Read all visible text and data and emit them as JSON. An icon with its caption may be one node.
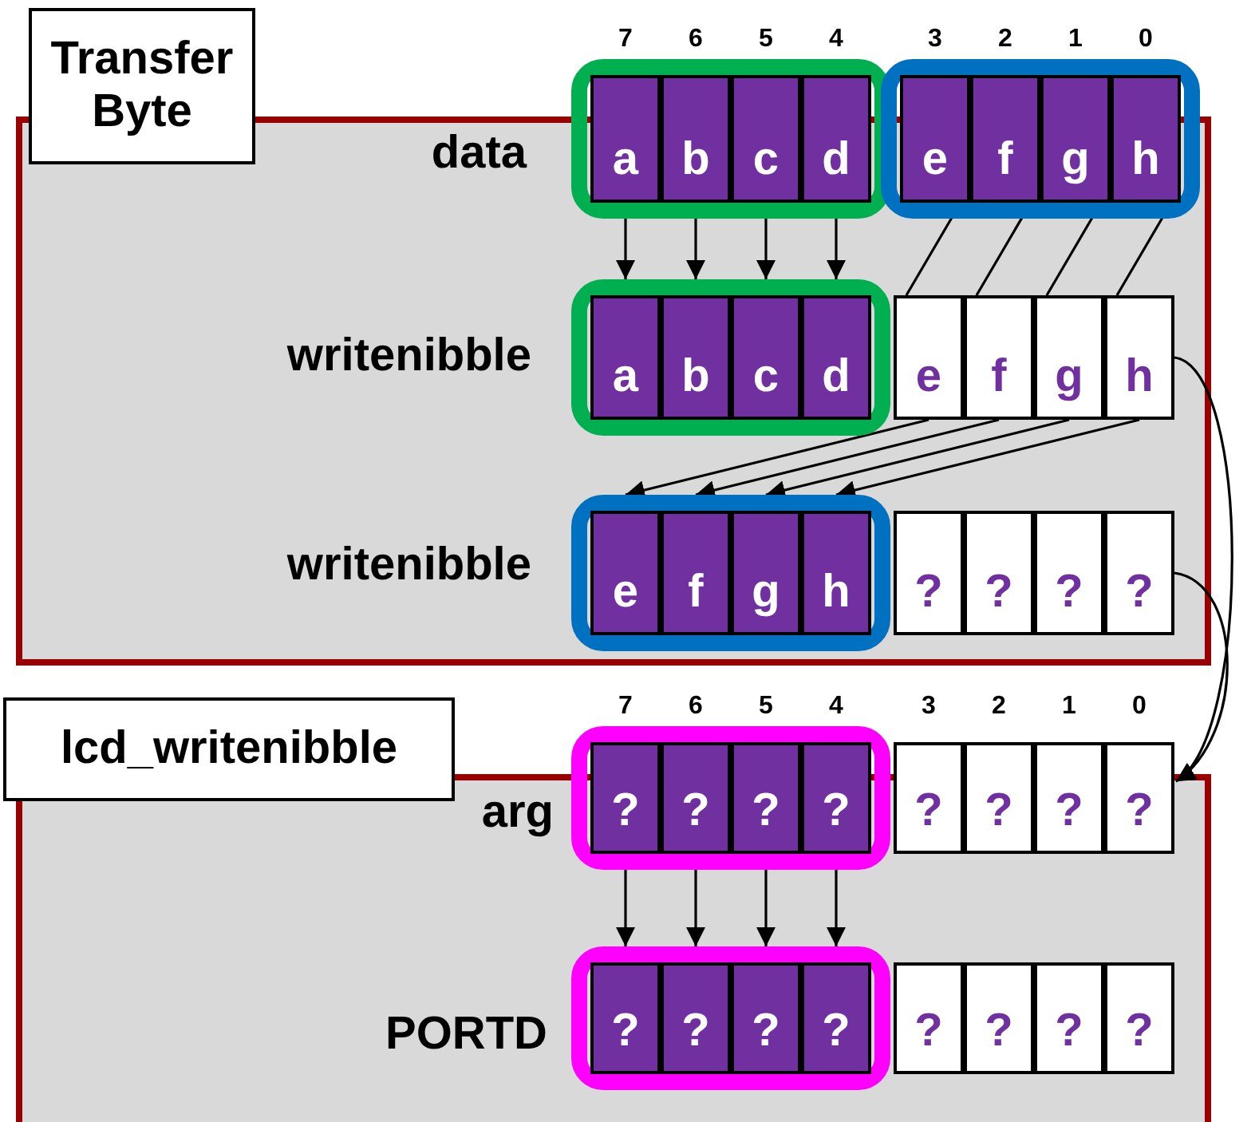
{
  "diagram": {
    "nodes": [
      {
        "text": [
          "Transfer Byte"
        ]
      },
      {
        "text": [],
        "shape": "box"
      },
      {
        "text": [
          "a"
        ],
        "in": 1
      },
      {
        "text": [
          "b"
        ],
        "in": 1
      },
      {
        "text": [
          "c"
        ],
        "in": 1
      },
      {
        "text": [
          "d"
        ],
        "in": 1
      },
      {
        "text": [],
        "shape": "box"
      },
      {
        "text": [
          "e"
        ],
        "in": 6
      },
      {
        "text": [
          "f"
        ],
        "in": 6
      },
      {
        "text": [
          "g"
        ],
        "in": 6
      },
      {
        "text": [
          "h"
        ],
        "in": 6
      },
      {
        "text": [],
        "shape": "box",
        "in": 0
      },
      {
        "text": [
          "a"
        ],
        "in": 11
      },
      {
        "text": [
          "b"
        ],
        "in": 11
      },
      {
        "text": [
          "c"
        ],
        "in": 11
      },
      {
        "text": [
          "d"
        ],
        "in": 11
      },
      {
        "text": [
          "e"
        ],
        "in": 0
      },
      {
        "text": [
          "f"
        ],
        "in": 0
      },
      {
        "text": [
          "g"
        ],
        "in": 0
      },
      {
        "text": [
          "h"
        ],
        "in": 0
      },
      {
        "text": [],
        "shape": "box",
        "in": 0
      },
      {
        "text": [
          "e"
        ],
        "in": 20
      },
      {
        "text": [
          "f"
        ],
        "in": 20
      },
      {
        "text": [
          "g"
        ],
        "in": 20
      },
      {
        "text": [
          "h"
        ],
        "in": 20
      },
      {
        "text": [
          "?"
        ],
        "in": 0
      },
      {
        "text": [
          "?"
        ],
        "in": 0
      },
      {
        "text": [
          "?"
        ],
        "in": 0
      },
      {
        "text": [
          "?"
        ],
        "in": 0
      },
      {
        "text": [
          "lcd_writenibble"
        ]
      },
      {
        "text": [],
        "shape": "box"
      },
      {
        "text": [
          "?"
        ],
        "in": 30
      },
      {
        "text": [
          "?"
        ],
        "in": 30
      },
      {
        "text": [
          "?"
        ],
        "in": 30
      },
      {
        "text": [
          "?"
        ],
        "in": 30
      },
      {
        "text": [
          "?"
        ]
      },
      {
        "text": [
          "?"
        ]
      },
      {
        "text": [
          "?"
        ]
      },
      {
        "text": [
          "?"
        ]
      },
      {
        "text": [],
        "shape": "box",
        "in": 29
      },
      {
        "text": [
          "?"
        ],
        "in": 39
      },
      {
        "text": [
          "?"
        ],
        "in": 39
      },
      {
        "text": [
          "?"
        ],
        "in": 39
      },
      {
        "text": [
          "?"
        ],
        "in": 39
      },
      {
        "text": [
          "?"
        ],
        "in": 29
      },
      {
        "text": [
          "?"
        ],
        "in": 29
      },
      {
        "text": [
          "?"
        ],
        "in": 29
      },
      {
        "text": [
          "?"
        ],
        "in": 29
      }
    ],
    "edges": [
      {
        "from": 2,
        "to": 12,
        "arrow": "to"
      },
      {
        "from": 3,
        "to": 13,
        "arrow": "to"
      },
      {
        "from": 4,
        "to": 14,
        "arrow": "to"
      },
      {
        "from": 5,
        "to": 15,
        "arrow": "to"
      },
      {
        "from": 7,
        "to": 16,
        "arrow": "none"
      },
      {
        "from": 8,
        "to": 17,
        "arrow": "none"
      },
      {
        "from": 9,
        "to": 18,
        "arrow": "none"
      },
      {
        "from": 10,
        "to": 19,
        "arrow": "none"
      },
      {
        "from": 16,
        "to": 21,
        "arrow": "to"
      },
      {
        "from": 17,
        "to": 22,
        "arrow": "to"
      },
      {
        "from": 18,
        "to": 23,
        "arrow": "to"
      },
      {
        "from": 19,
        "to": 24,
        "arrow": "to"
      },
      {
        "from": 19,
        "to": 38,
        "arrow": "to"
      },
      {
        "from": 28,
        "to": 38,
        "arrow": "to"
      },
      {
        "from": 31,
        "to": 40,
        "arrow": "to"
      },
      {
        "from": 32,
        "to": 41,
        "arrow": "to"
      },
      {
        "from": 33,
        "to": 42,
        "arrow": "to"
      },
      {
        "from": 34,
        "to": 43,
        "arrow": "to"
      }
    ],
    "labels": [
      "7",
      "6",
      "5",
      "4",
      "3",
      "2",
      "1",
      "0",
      "data",
      "writenibble",
      "writenibble",
      "7",
      "6",
      "5",
      "4",
      "3",
      "2",
      "1",
      "0",
      "arg",
      "PORTD"
    ]
  }
}
